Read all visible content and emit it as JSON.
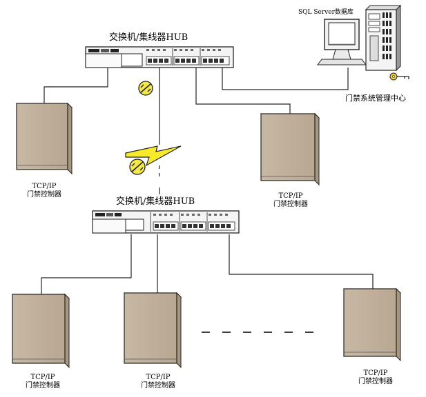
{
  "top_switch": {
    "label": "交换机/集线器HUB"
  },
  "bottom_switch": {
    "label": "交换机/集线器HUB"
  },
  "database": {
    "label": "SQL Server数据库"
  },
  "management": {
    "label": "门禁系统管理中心"
  },
  "controllers": [
    {
      "line1": "TCP/IP",
      "line2": "门禁控制器"
    },
    {
      "line1": "TCP/IP",
      "line2": "门禁控制器"
    },
    {
      "line1": "TCP/IP",
      "line2": "门禁控制器"
    },
    {
      "line1": "TCP/IP",
      "line2": "门禁控制器"
    },
    {
      "line1": "TCP/IP",
      "line2": "门禁控制器"
    }
  ],
  "icons": {
    "wan_link": "lightning-bolt-icon",
    "network_node": "network-node-icon",
    "key": "key-icon"
  }
}
